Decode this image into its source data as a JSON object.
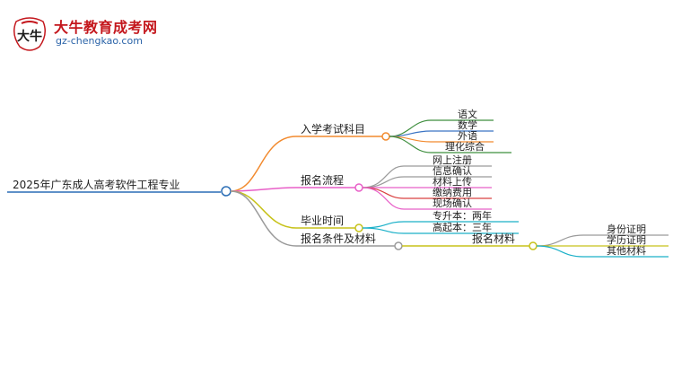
{
  "logo": {
    "site_name": "大牛教育成考网",
    "url": "gz-chengkao.com",
    "mark_text": "大牛"
  },
  "mindmap": {
    "root": "2025年广东成人高考软件工程专业",
    "branches": [
      {
        "label": "入学考试科目",
        "color": "#f28a2e",
        "children": [
          "语文",
          "数学",
          "外语",
          "理化综合"
        ]
      },
      {
        "label": "报名流程",
        "color": "#e85fc8",
        "children": [
          "网上注册",
          "信息确认",
          "材料上传",
          "缴纳费用",
          "现场确认"
        ]
      },
      {
        "label": "毕业时间",
        "color": "#c7c21a",
        "children": [
          "专升本：两年",
          "高起本：三年"
        ]
      },
      {
        "label": "报名条件及材料",
        "color": "#9a9a9a",
        "sub": {
          "label": "报名材料",
          "children": [
            "身份证明",
            "学历证明",
            "其他材料"
          ]
        }
      }
    ]
  },
  "colors": {
    "root_line": "#2a6db5",
    "leaf_colors_subjects": [
      "#3f8f3f",
      "#3a74c4",
      "#f28a2e",
      "#3f8f3f"
    ],
    "leaf_colors_process": [
      "#9a9a9a",
      "#9a9a9a",
      "#e85fc8",
      "#d94040",
      "#e85fc8"
    ],
    "leaf_colors_grad": [
      "#1ab0c8",
      "#1ab0c8"
    ],
    "leaf_colors_materials": [
      "#9a9a9a",
      "#c7c21a",
      "#1ab0c8"
    ]
  }
}
